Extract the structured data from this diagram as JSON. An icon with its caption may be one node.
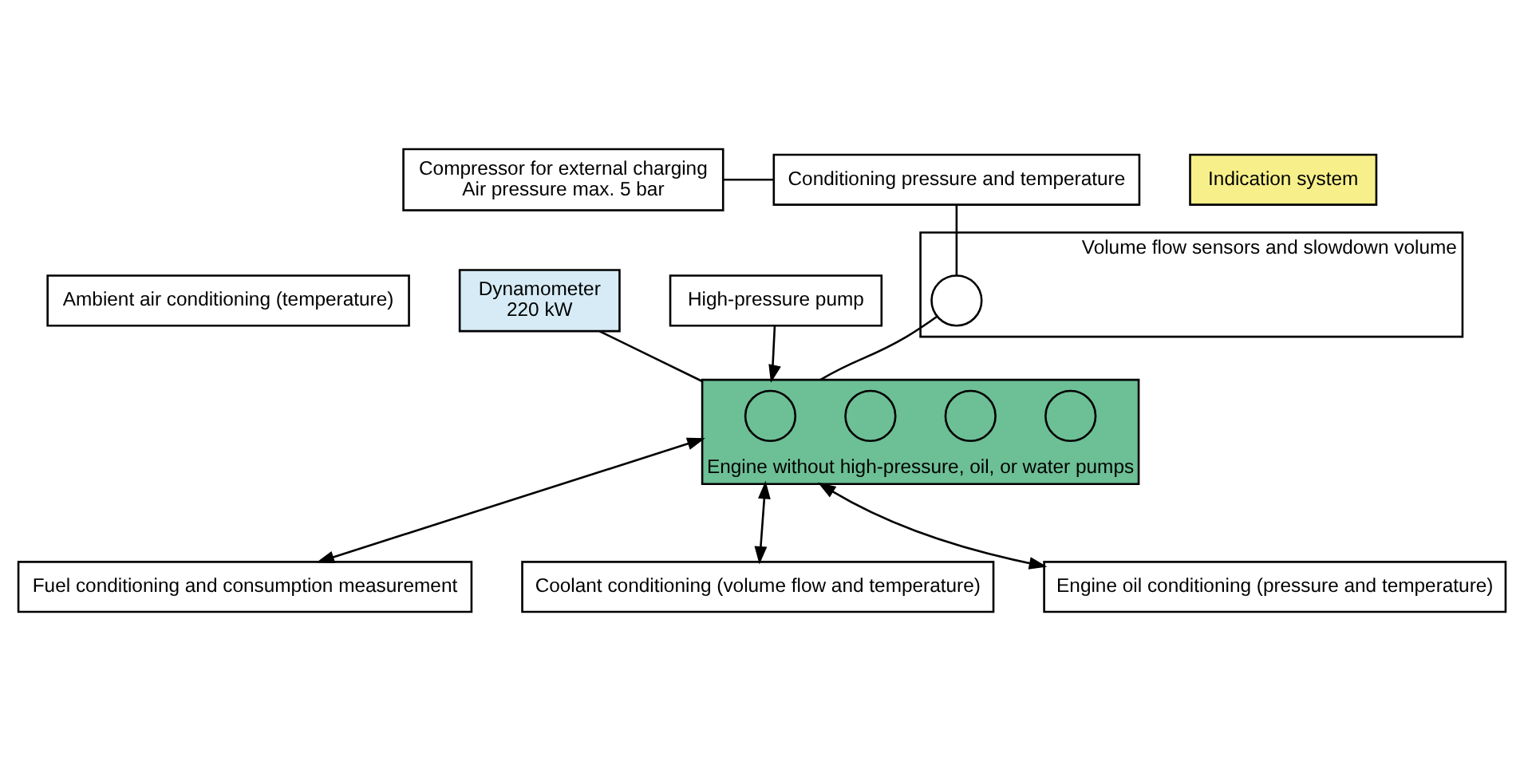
{
  "diagram": {
    "nodes": [
      {
        "text": [
          "Compressor for external charging",
          "Air pressure max. 5 bar"
        ]
      },
      {
        "text": [
          "Conditioning pressure and temperature"
        ]
      },
      {
        "text": [
          "Volume flow sensors and slowdown volume"
        ]
      },
      {
        "text": [],
        "shape": "circle",
        "in": 2
      },
      {
        "text": [
          "Dynamometer",
          "220 kW"
        ]
      },
      {
        "text": [
          "Indication system"
        ]
      },
      {
        "text": [
          "Ambient air conditioning (temperature)"
        ]
      },
      {
        "text": [],
        "shape": "box",
        "beside": [
          "Engine without high-pressure, oil, or water pumps"
        ]
      },
      {
        "text": [],
        "shape": "circle",
        "in": 7
      },
      {
        "text": [],
        "shape": "circle",
        "in": 7
      },
      {
        "text": [],
        "shape": "circle",
        "in": 7
      },
      {
        "text": [],
        "shape": "circle",
        "in": 7
      },
      {
        "text": [
          "Fuel conditioning and consumption measurement"
        ]
      },
      {
        "text": [
          "High-pressure pump"
        ]
      },
      {
        "text": [
          "Coolant conditioning (volume flow and temperature)"
        ]
      },
      {
        "text": [
          "Engine oil conditioning (pressure and temperature)"
        ]
      }
    ],
    "edges": [
      {
        "from": 0,
        "to": 1,
        "arrow": "none"
      },
      {
        "from": 1,
        "to": 3,
        "arrow": "none"
      },
      {
        "from": 3,
        "to": 7,
        "arrow": "none"
      },
      {
        "from": 4,
        "to": 7,
        "arrow": "none"
      },
      {
        "from": 7,
        "to": 12,
        "arrow": "both"
      },
      {
        "from": 7,
        "to": 14,
        "arrow": "both"
      },
      {
        "from": 7,
        "to": 15,
        "arrow": "both"
      },
      {
        "from": 13,
        "to": 7,
        "arrow": "to"
      }
    ]
  }
}
